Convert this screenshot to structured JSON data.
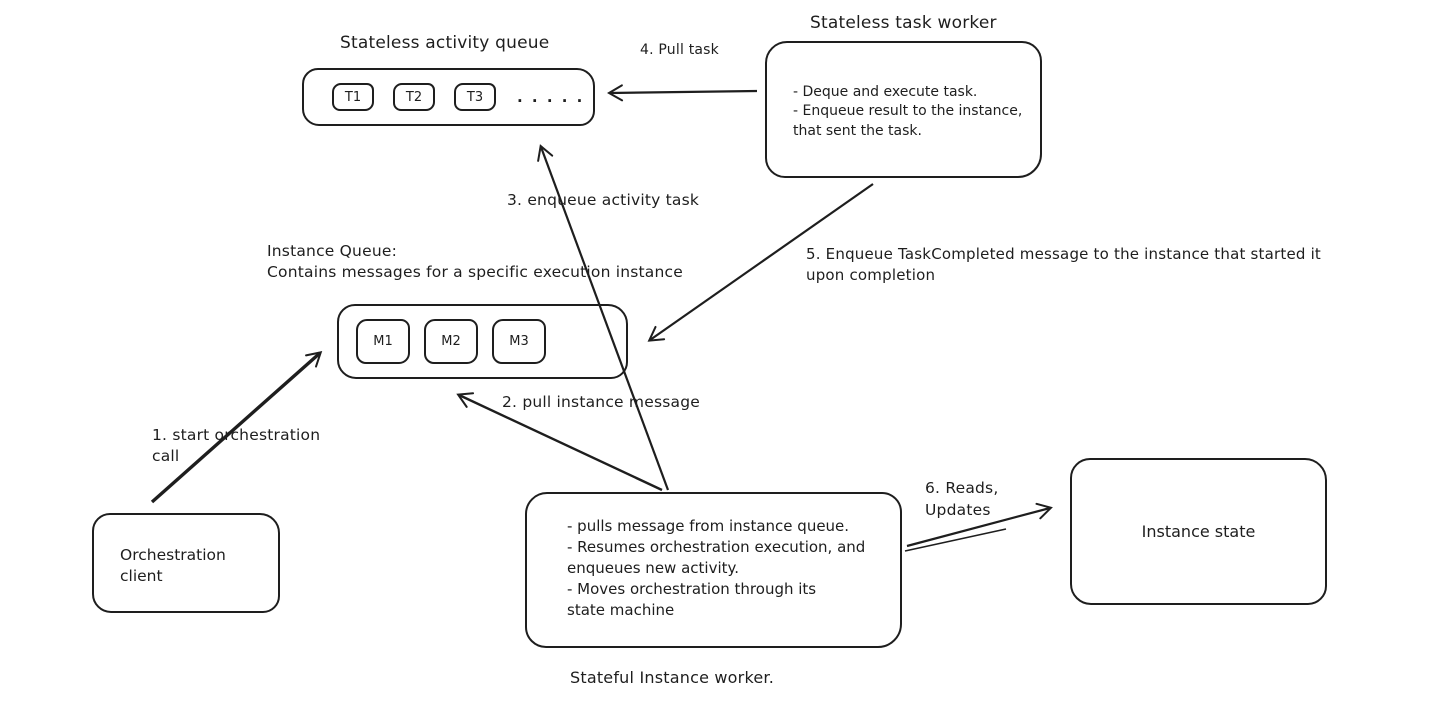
{
  "colors": {
    "ink": "#1e1e1e",
    "background": "#ffffff"
  },
  "activity_queue": {
    "title": "Stateless activity queue",
    "items": [
      "T1",
      "T2",
      "T3"
    ],
    "ellipsis": ". . . . ."
  },
  "task_worker": {
    "title": "Stateless task worker",
    "lines": [
      "- Deque and execute task.",
      "- Enqueue result to the instance,",
      "that sent the task."
    ]
  },
  "instance_queue": {
    "title": "Instance Queue:",
    "subtitle": "Contains messages for a specific execution instance",
    "items": [
      "M1",
      "M2",
      "M3"
    ]
  },
  "orchestration_client": {
    "lines": [
      "Orchestration",
      "client"
    ]
  },
  "instance_worker": {
    "lines": [
      "- pulls message from instance queue.",
      "- Resumes orchestration execution, and",
      "enqueues new activity.",
      "- Moves orchestration through its",
      "state machine"
    ],
    "caption": "Stateful Instance worker."
  },
  "instance_state": {
    "label": "Instance state"
  },
  "arrows": {
    "start_orchestration": {
      "lines": [
        "1. start orchestration",
        "call"
      ]
    },
    "pull_instance_message": {
      "label": "2. pull instance message"
    },
    "enqueue_activity_task": {
      "label": "3. enqueue activity task"
    },
    "pull_task": {
      "label": "4. Pull task"
    },
    "enqueue_task_completed": {
      "lines": [
        "5. Enqueue TaskCompleted message to the instance that started it",
        "upon completion"
      ]
    },
    "reads_updates": {
      "lines": [
        "6. Reads,",
        "Updates"
      ]
    }
  }
}
